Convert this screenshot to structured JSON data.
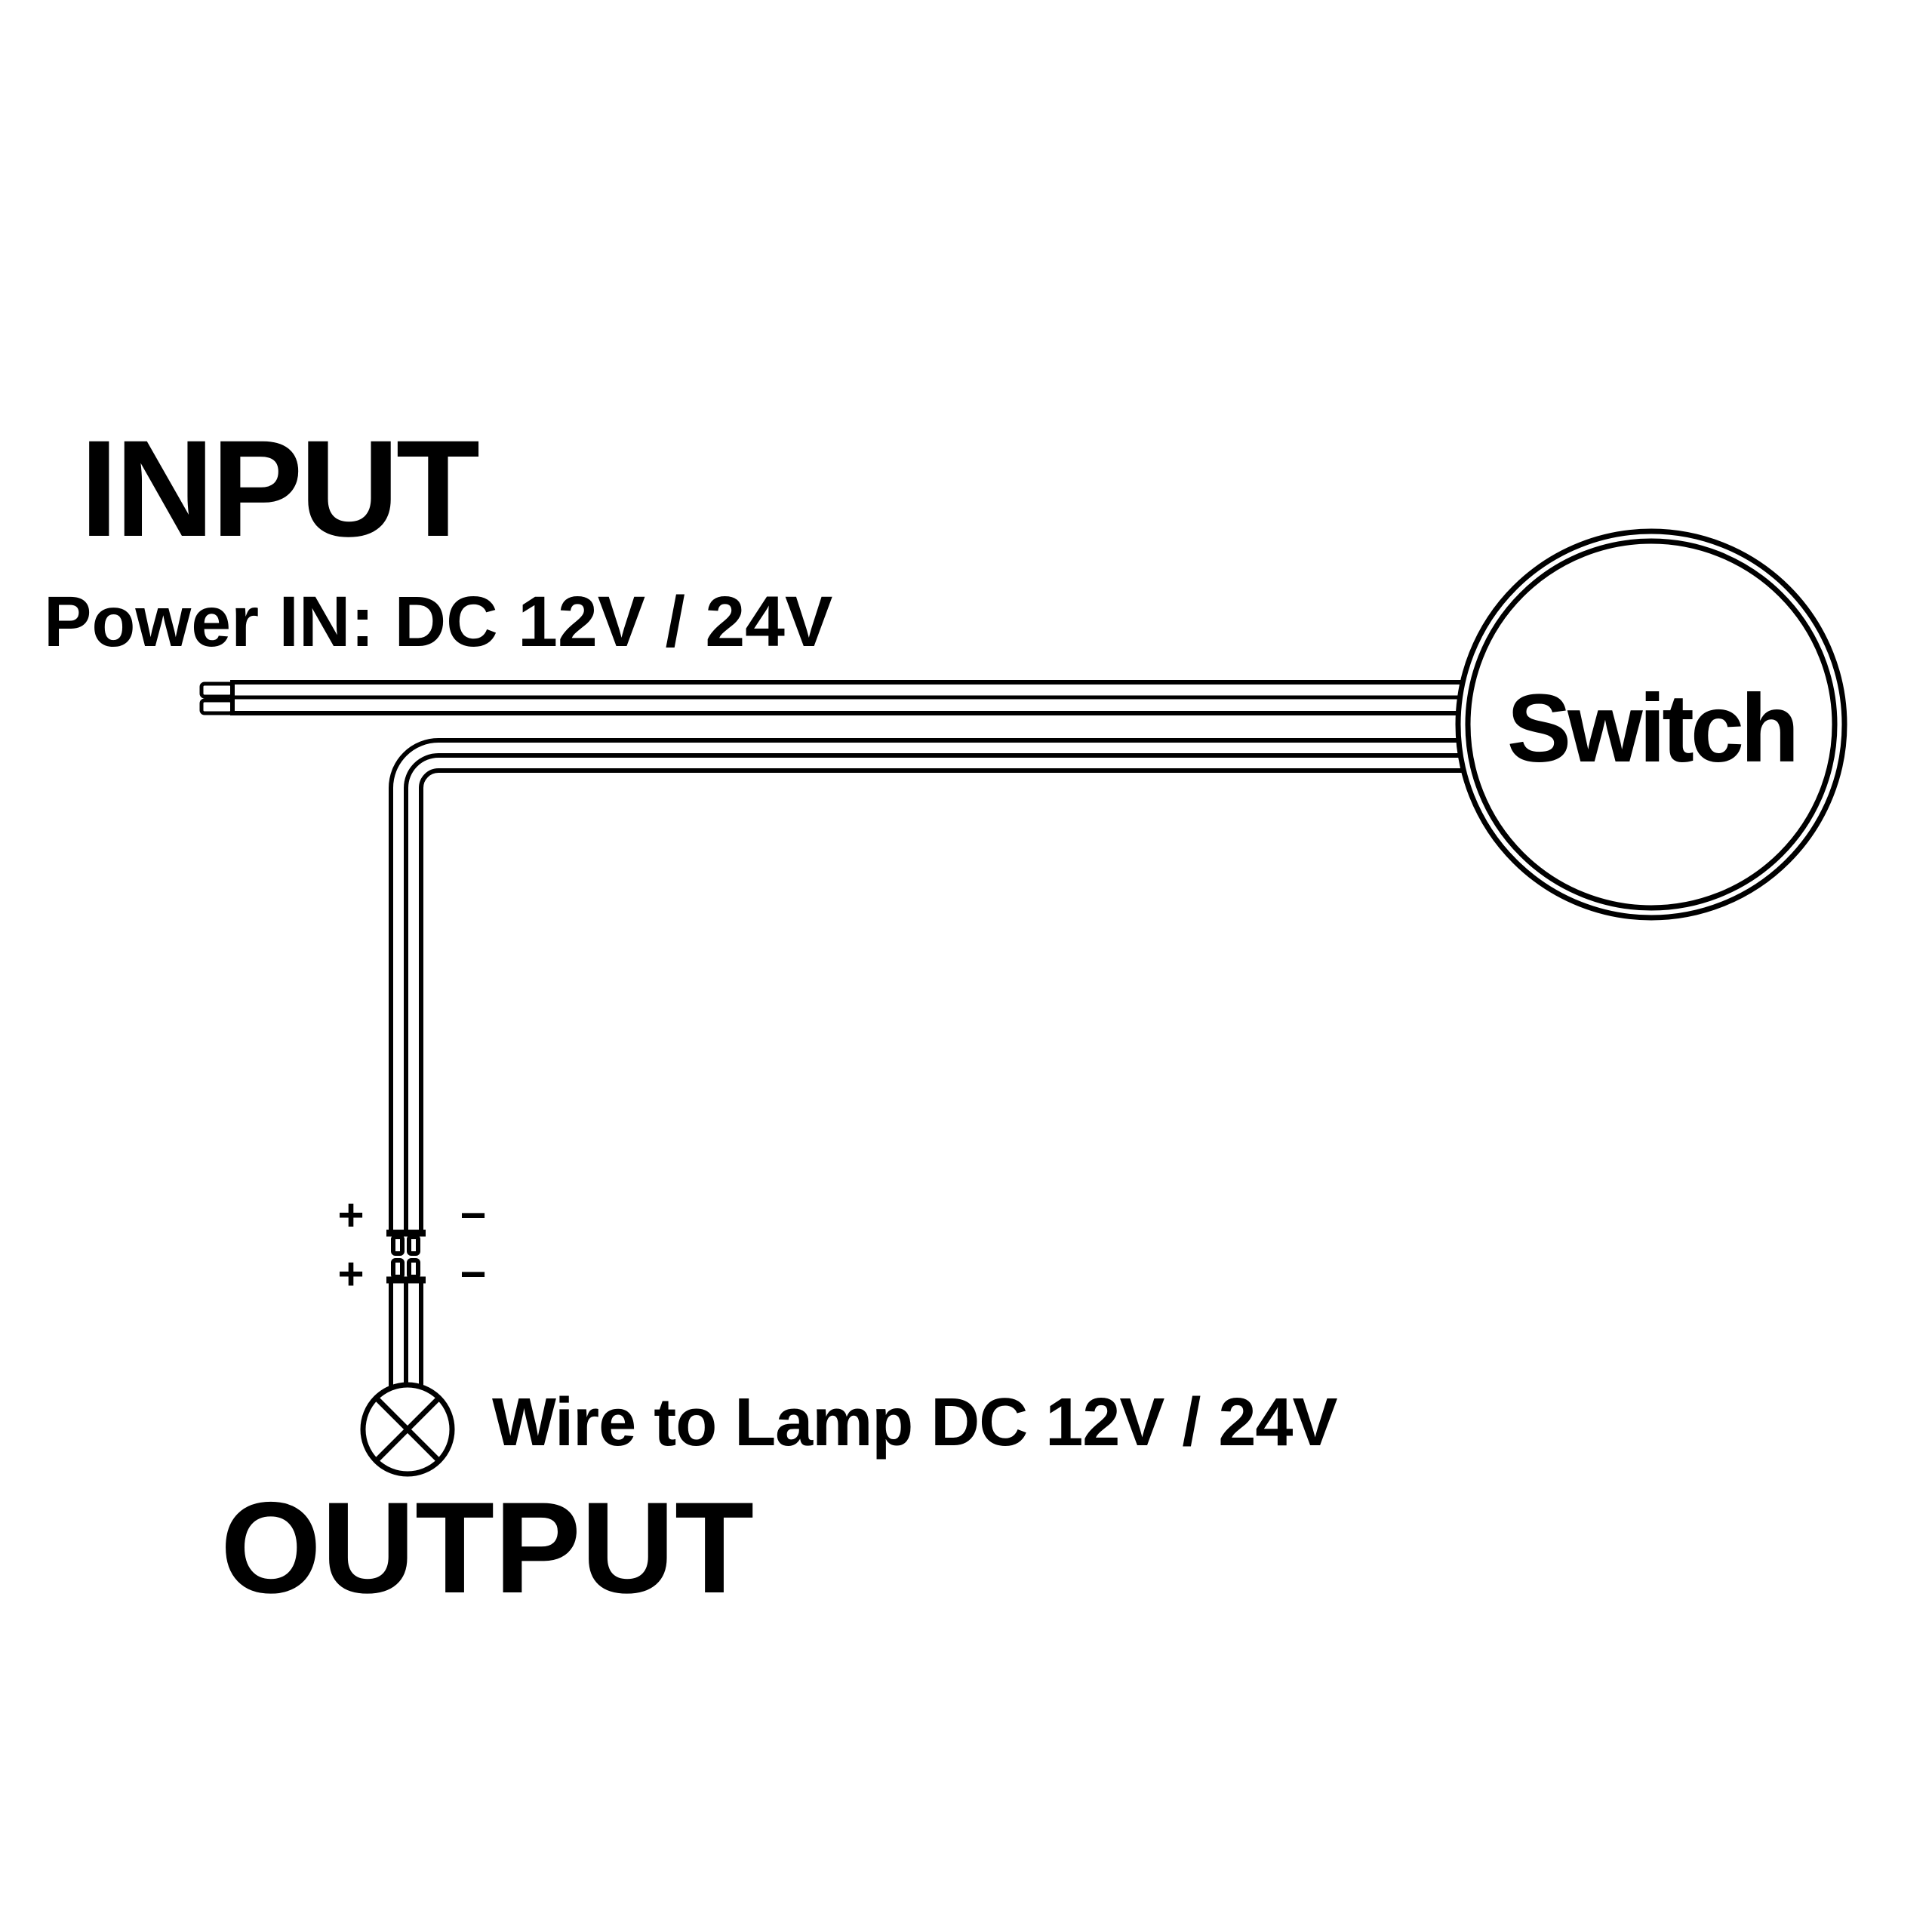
{
  "diagram": {
    "input": {
      "title": "INPUT",
      "label": "Power IN: DC 12V / 24V"
    },
    "switch": {
      "label": "Switch"
    },
    "output": {
      "title": "OUTPUT",
      "label": "Wire to Lamp DC 12V / 24V"
    },
    "polarity": {
      "plus": "+",
      "minus": "−"
    },
    "colors": {
      "accent_red": "#E91B21",
      "line_black": "#000000"
    }
  }
}
